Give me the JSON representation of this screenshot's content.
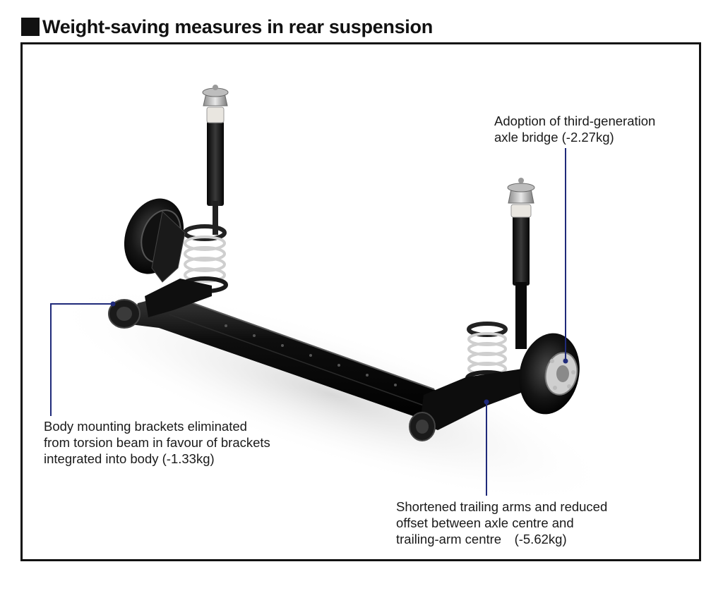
{
  "title": "Weight-saving measures in rear suspension",
  "callouts": {
    "axle_bridge": {
      "lines": [
        "Adoption of third-generation",
        "axle bridge (-2.27kg)"
      ]
    },
    "body_mounting": {
      "lines": [
        "Body mounting brackets eliminated",
        "from torsion beam in favour of brackets",
        "integrated into body (-1.33kg)"
      ]
    },
    "trailing_arms": {
      "lines": [
        "Shortened trailing arms and reduced",
        "offset between axle centre and",
        "trailing-arm centre　(-5.62kg)"
      ]
    }
  },
  "colors": {
    "leader_line": "#1f2a7a",
    "frame": "#111111",
    "beam": "#0d0d0d"
  }
}
